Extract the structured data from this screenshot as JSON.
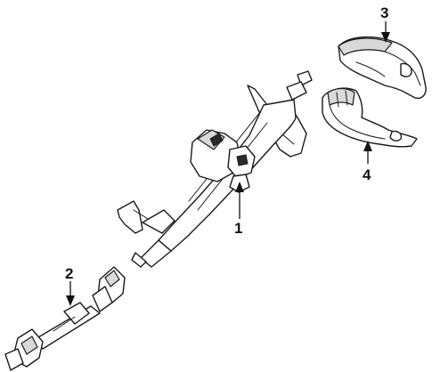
{
  "callouts": [
    {
      "id": "c1",
      "label": "1"
    },
    {
      "id": "c2",
      "label": "2"
    },
    {
      "id": "c3",
      "label": "3"
    },
    {
      "id": "c4",
      "label": "4"
    }
  ],
  "colors": {
    "line": "#1a1a1a",
    "shade": "#d9d9d9",
    "background": "#ffffff"
  }
}
